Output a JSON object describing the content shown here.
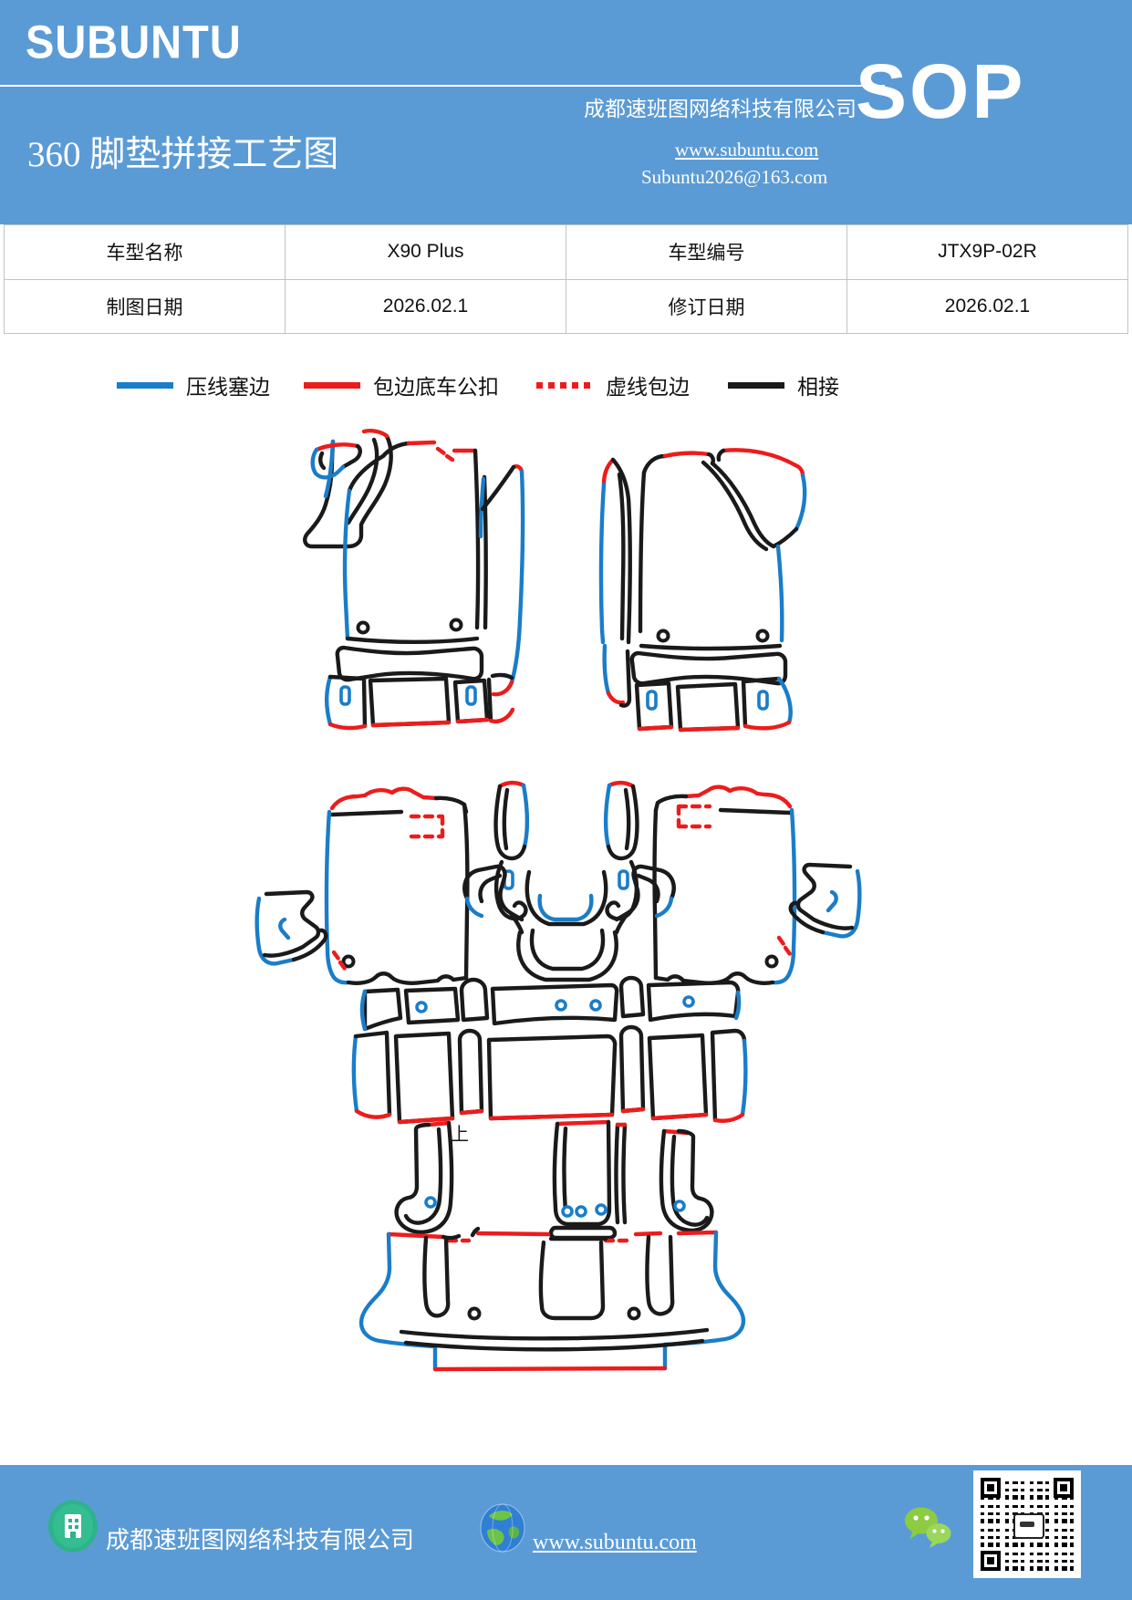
{
  "colors": {
    "header_blue": "#5B9BD5",
    "line_blue": "#1A7DC8",
    "line_red": "#ED1C1C",
    "line_black": "#1A1A1A"
  },
  "header": {
    "logo": "SUBUNTU",
    "title": "360 脚垫拼接工艺图",
    "company": "成都速班图网络科技有限公司",
    "website": "www.subuntu.com",
    "email": "Subuntu2026@163.com",
    "sop_label": "SOP"
  },
  "info_table": {
    "rows": [
      [
        "车型名称",
        "X90 Plus",
        "车型编号",
        "JTX9P-02R"
      ],
      [
        "制图日期",
        "2026.02.1",
        "修订日期",
        "2026.02.1"
      ]
    ]
  },
  "legend": {
    "items": [
      {
        "label": "压线塞边",
        "style": "solid",
        "color": "#1A7DC8"
      },
      {
        "label": "包边底车公扣",
        "style": "solid",
        "color": "#ED1C1C"
      },
      {
        "label": "虚线包边",
        "style": "dashed",
        "color": "#ED1C1C"
      },
      {
        "label": "相接",
        "style": "solid",
        "color": "#1A1A1A"
      }
    ]
  },
  "diagram": {
    "up_label": "上"
  },
  "footer": {
    "company": "成都速班图网络科技有限公司",
    "website": "www.subuntu.com "
  }
}
